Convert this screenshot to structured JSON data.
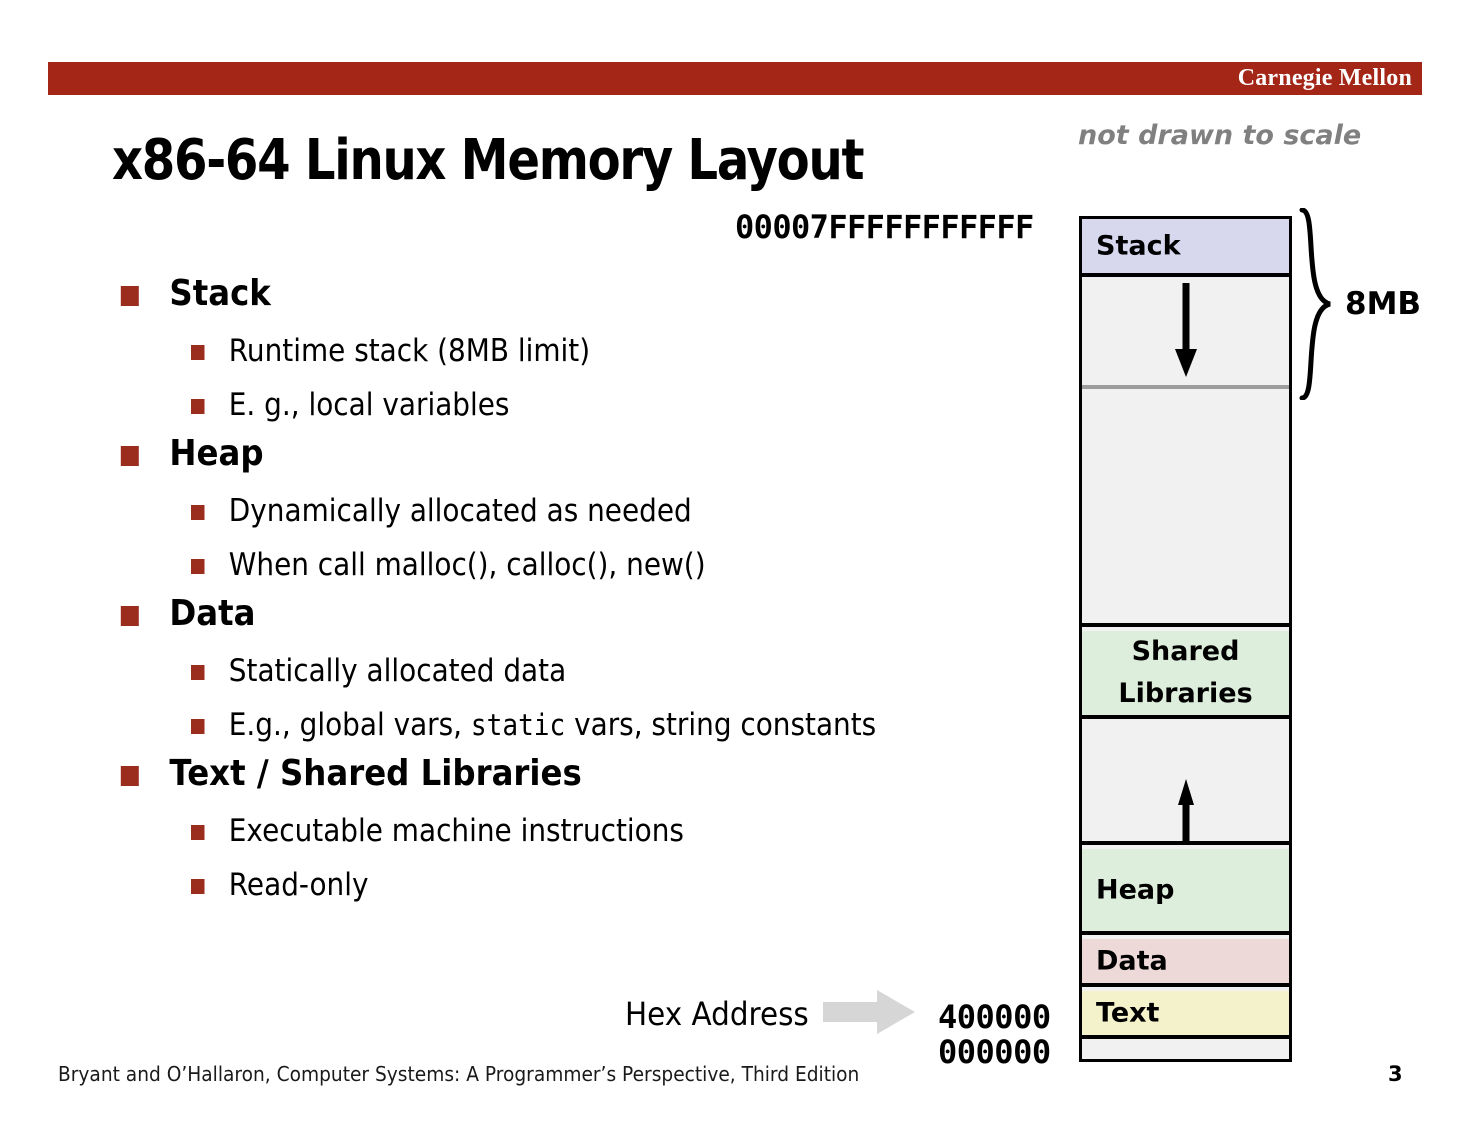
{
  "header": {
    "brand": "Carnegie Mellon",
    "brand_color": "#a32617"
  },
  "title": "x86-64 Linux Memory Layout",
  "annotation": {
    "not_to_scale": "not drawn to scale"
  },
  "bullets": [
    {
      "heading": "Stack",
      "subs": [
        "Runtime stack (8MB limit)",
        "E. g., local variables"
      ]
    },
    {
      "heading": "Heap",
      "subs": [
        "Dynamically allocated as needed",
        "When call  malloc(), calloc(), new()"
      ]
    },
    {
      "heading": "Data",
      "subs": [
        "Statically allocated data",
        "E.g., global vars, ",
        "static",
        " vars, string constants"
      ]
    },
    {
      "heading": "Text  / Shared Libraries",
      "subs": [
        "Executable machine instructions",
        "Read-only"
      ]
    }
  ],
  "diagram": {
    "top_address": "00007FFFFFFFFFFF",
    "blocks": [
      {
        "label": "Stack",
        "color": "#d7d8ee"
      },
      {
        "label": "",
        "color": "#f1f1f1"
      },
      {
        "label": "",
        "color": "#f1f1f1"
      },
      {
        "label": "Shared Libraries",
        "color": "#ddeedc"
      },
      {
        "label": "",
        "color": "#f1f1f1"
      },
      {
        "label": "Heap",
        "color": "#ddeedc"
      },
      {
        "label": "Data",
        "color": "#eed9d9"
      },
      {
        "label": "Text",
        "color": "#f4f2cb"
      },
      {
        "label": "",
        "color": "#f1f1f1"
      }
    ],
    "shared_libraries_line1": "Shared",
    "shared_libraries_line2": "Libraries",
    "brace_label": "8MB",
    "hex_caption": "Hex Address",
    "bottom_address_1": "400000",
    "bottom_address_2": "000000"
  },
  "footer": {
    "citation": "Bryant and O’Hallaron, Computer Systems: A Programmer’s Perspective, Third Edition",
    "page": "3"
  }
}
